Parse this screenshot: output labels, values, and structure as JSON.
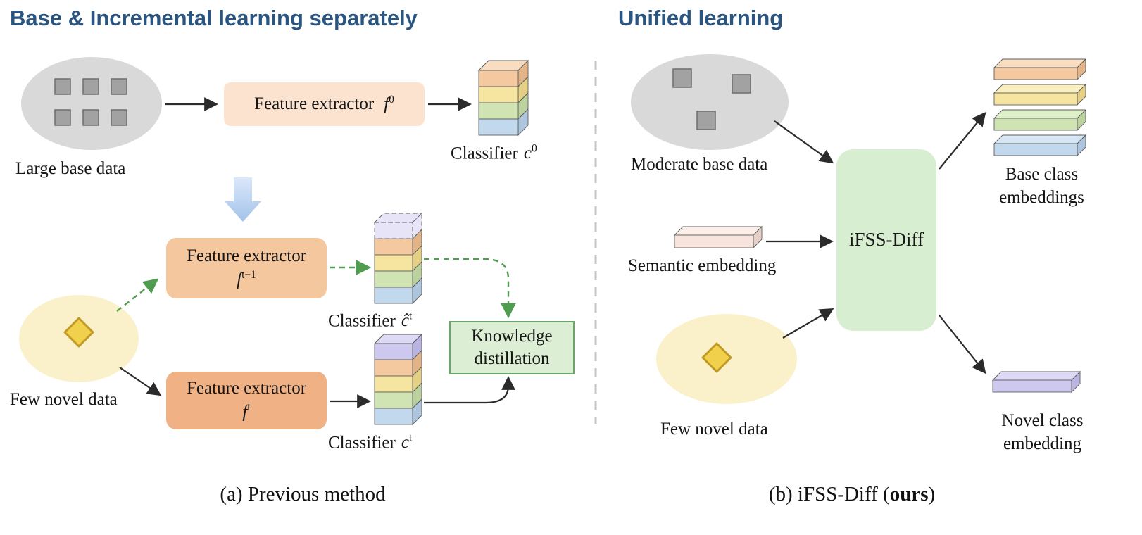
{
  "left": {
    "title": "Base & Incremental learning separately",
    "large_base_data": "Large base data",
    "few_novel_data": "Few novel data",
    "feature_extractor_label": "Feature extractor",
    "classifier_label": "Classifier",
    "f_sym": "f",
    "c_sym": "c",
    "c_hat_sym": "ĉ",
    "f0_sup": "0",
    "ft1_sup": "t−1",
    "ft_sup": "t",
    "c0_sup": "0",
    "ct_sup": "t",
    "knowledge_line1": "Knowledge",
    "knowledge_line2": "distillation",
    "caption": "(a) Previous method"
  },
  "right": {
    "title": "Unified learning",
    "moderate_base_data": "Moderate base data",
    "semantic_embedding": "Semantic embedding",
    "few_novel_data": "Few novel data",
    "model_name": "iFSS-Diff",
    "base_class_embeddings": "Base class embeddings",
    "novel_class_embedding": "Novel class embedding",
    "caption_prefix": "(b) iFSS-Diff (",
    "caption_bold": "ours",
    "caption_suffix": ")"
  },
  "colors": {
    "title": "#2a5580",
    "arrow": "#2b2b2b",
    "green_arrow": "#4f9e4f",
    "gray_blob": "#d9d9d9",
    "gray_square": "#a2a2a2",
    "yellow_blob": "#faf0ca",
    "diamond_fill": "#f1d04b",
    "diamond_stroke": "#c09a25",
    "peach_box": "#fbe3d0",
    "orange_box": "#f5c79e",
    "deep_orange_box": "#f0b184",
    "kd_fill": "#dcefd5",
    "kd_stroke": "#6aa56a",
    "model_fill": "#d8eed1",
    "layer_orange": "#f4c9a0",
    "layer_yellow": "#f6e5a0",
    "layer_green": "#cfe3b3",
    "layer_blue": "#c2d8ec",
    "layer_purple": "#cdc9ee",
    "pink_bar": "#f8e3dd",
    "purple_bar": "#cfccef",
    "separator": "#c6c6c6"
  }
}
